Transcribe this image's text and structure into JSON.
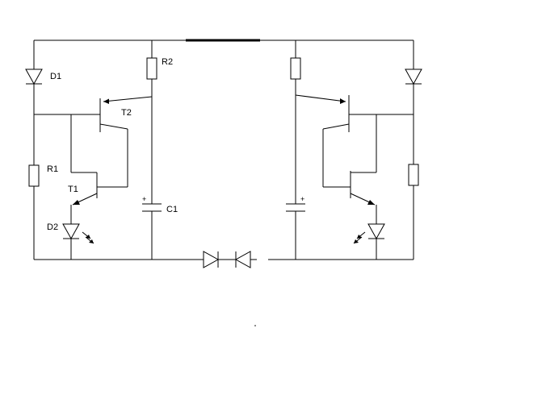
{
  "labels": {
    "d1": "D1",
    "r2": "R2",
    "t2": "T2",
    "r1": "R1",
    "t1": "T1",
    "c1": "C1",
    "d2": "D2",
    "plus_left": "+",
    "plus_right": "+"
  },
  "colors": {
    "ink": "#000000",
    "background": "#ffffff"
  }
}
